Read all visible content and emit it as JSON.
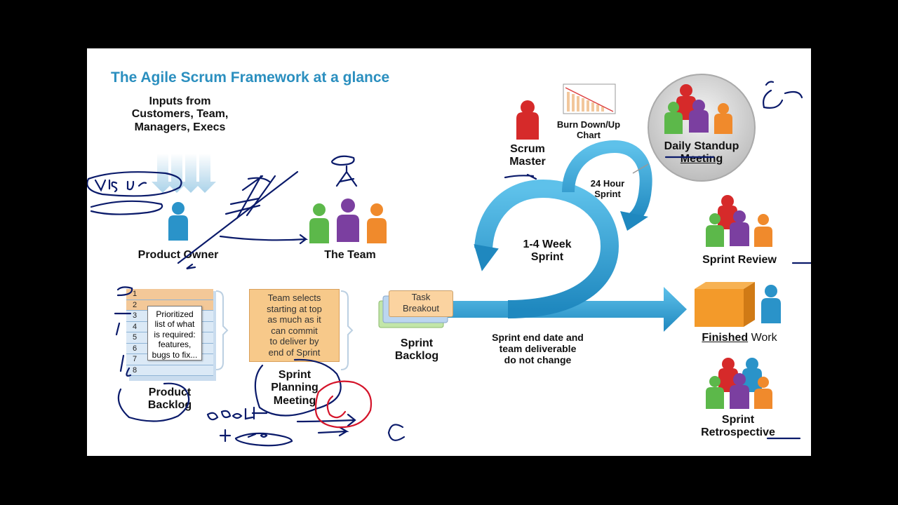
{
  "title": "The Agile Scrum Framework at a glance",
  "inputs": {
    "line1": "Inputs from",
    "line2": "Customers, Team,",
    "line3": "Managers, Execs"
  },
  "product_owner": "Product Owner",
  "the_team": "The Team",
  "product_backlog": {
    "rows": [
      "1",
      "2",
      "3",
      "4",
      "5",
      "6",
      "7",
      "8"
    ],
    "note": [
      "Prioritized",
      "list of what",
      "is required:",
      "features,",
      "bugs to fix..."
    ],
    "label": [
      "Product",
      "Backlog"
    ]
  },
  "planning": {
    "box": [
      "Team selects",
      "starting at top",
      "as much as it",
      "can commit",
      "to deliver by",
      "end of Sprint"
    ],
    "label": [
      "Sprint",
      "Planning",
      "Meeting"
    ]
  },
  "sprint_backlog": {
    "card": [
      "Task",
      "Breakout"
    ],
    "label": [
      "Sprint",
      "Backlog"
    ]
  },
  "sprint_cycle": "1-4 Week",
  "sprint_word": "Sprint",
  "daily_cycle": [
    "24 Hour",
    "Sprint"
  ],
  "sprint_note": [
    "Sprint end date and",
    "team deliverable",
    "do not change"
  ],
  "scrum_master": [
    "Scrum",
    "Master"
  ],
  "burndown": [
    "Burn Down/Up",
    "Chart"
  ],
  "daily_standup": [
    "Daily Standup",
    "Meeting"
  ],
  "sprint_review": "Sprint Review",
  "finished_work": {
    "first": "Finished",
    "second": " Work"
  },
  "retrospective": [
    "Sprint",
    "Retrospective"
  ],
  "colors": {
    "title": "#2b8fbf",
    "arrow": "#2a9fd0",
    "ink": "#0a1a6a",
    "red_ink": "#d4142a"
  }
}
